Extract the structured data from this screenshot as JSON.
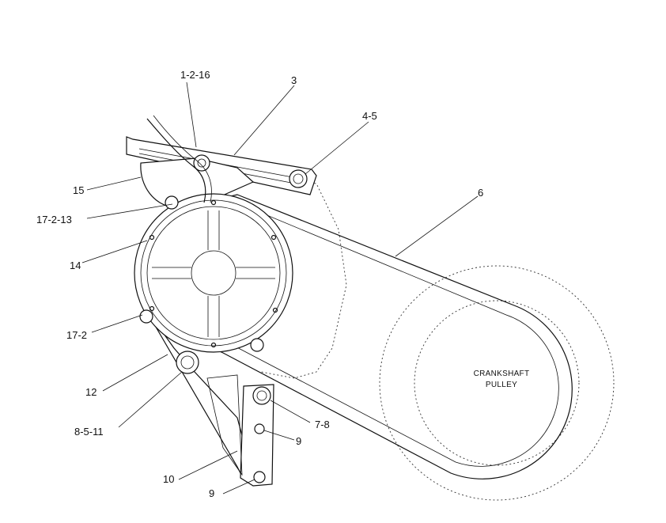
{
  "callouts": [
    {
      "id": "c1",
      "label": "1-2-16"
    },
    {
      "id": "c2",
      "label": "3"
    },
    {
      "id": "c3",
      "label": "4-5"
    },
    {
      "id": "c4",
      "label": "15"
    },
    {
      "id": "c5",
      "label": "6"
    },
    {
      "id": "c6",
      "label": "17-2-13"
    },
    {
      "id": "c7",
      "label": "14"
    },
    {
      "id": "c8",
      "label": "17-2"
    },
    {
      "id": "c9",
      "label": "12"
    },
    {
      "id": "c10",
      "label": "8-5-11"
    },
    {
      "id": "c11",
      "label": "7-8"
    },
    {
      "id": "c12",
      "label": "9"
    },
    {
      "id": "c13",
      "label": "10"
    },
    {
      "id": "c14",
      "label": "9"
    }
  ],
  "pulley": {
    "line1": "CRANKSHAFT",
    "line2": "PULLEY"
  }
}
